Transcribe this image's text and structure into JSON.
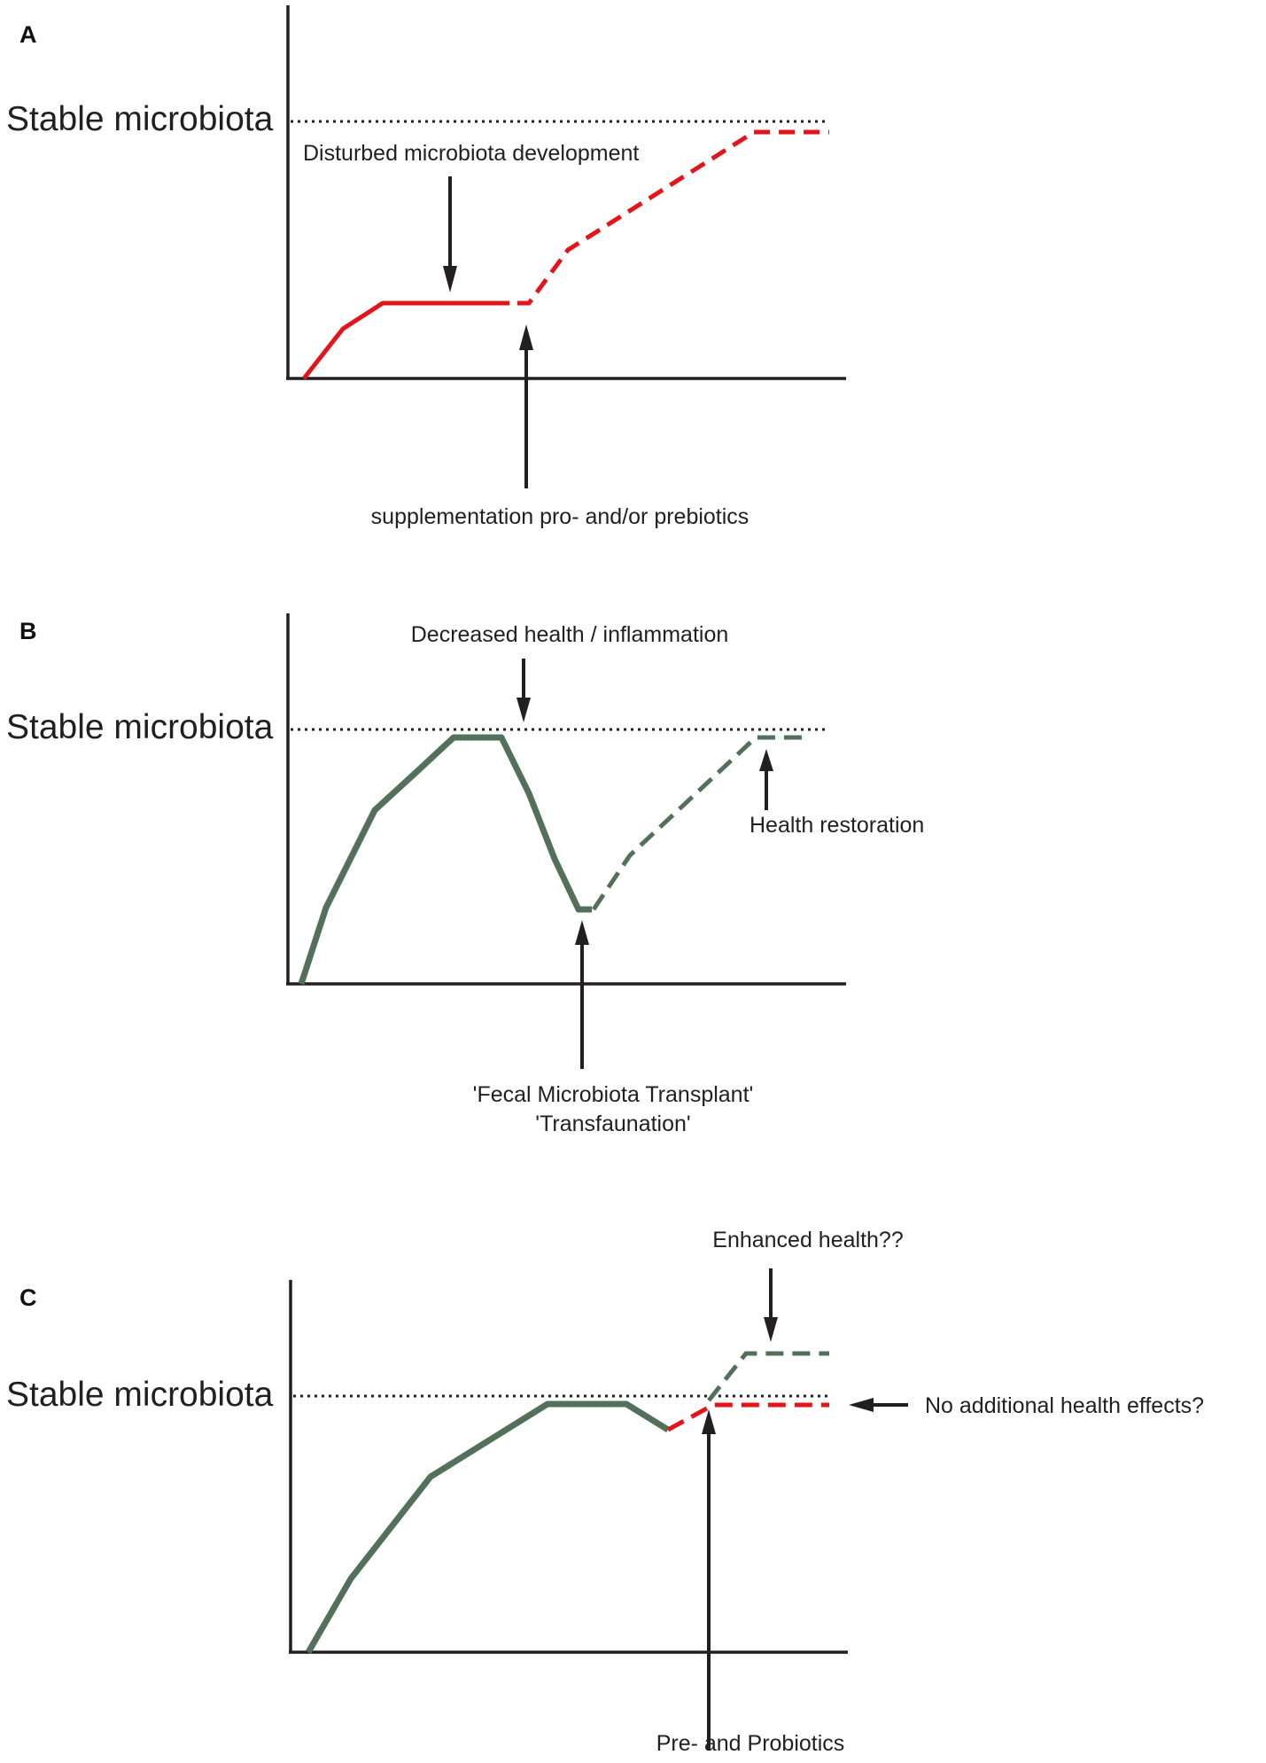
{
  "figure": {
    "panels": [
      {
        "label": "A",
        "axis_label": "Stable microbiota",
        "annotations": {
          "top": "Disturbed microbiota development",
          "bottom": "supplementation pro- and/or prebiotics"
        }
      },
      {
        "label": "B",
        "axis_label": "Stable microbiota",
        "annotations": {
          "top": "Decreased health / inflammation",
          "right": "Health restoration",
          "bottom_line1": "'Fecal Microbiota Transplant'",
          "bottom_line2": "'Transfaunation'"
        }
      },
      {
        "label": "C",
        "axis_label": "Stable microbiota",
        "annotations": {
          "top": "Enhanced health??",
          "right": "No additional health effects?",
          "bottom": "Pre- and Probiotics"
        }
      }
    ],
    "colors": {
      "red": "#e3151b",
      "green": "#52705a",
      "axis": "#231f20"
    }
  }
}
